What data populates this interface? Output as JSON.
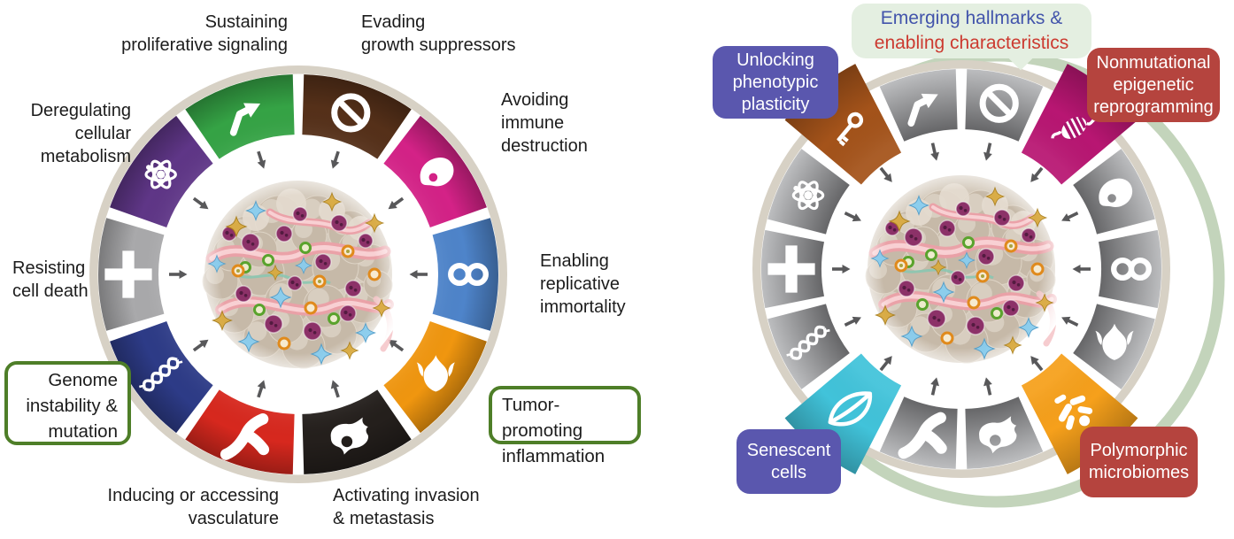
{
  "figure": {
    "background": "#ffffff"
  },
  "left_wheel": {
    "callout_border_color": "#4e7e28",
    "segments": [
      {
        "icon": "arrow",
        "name": "sustaining-proliferative-signaling",
        "color": "#35a345",
        "label": "Sustaining\nproliferative signaling"
      },
      {
        "icon": "no",
        "name": "evading-growth-suppressors",
        "color": "#553019",
        "label": "Evading\ngrowth suppressors"
      },
      {
        "icon": "embryo",
        "name": "avoiding-immune-destruction",
        "color": "#d42287",
        "label": "Avoiding\nimmune\ndestruction"
      },
      {
        "icon": "infinity",
        "name": "enabling-replicative-immortality",
        "color": "#4e84ca",
        "label": "Enabling\nreplicative\nimmortality"
      },
      {
        "icon": "flame",
        "name": "tumor-promoting-inflammation",
        "color": "#f0960f",
        "label": "Tumor-promoting\ninflammation",
        "boxed": true
      },
      {
        "icon": "metastasis",
        "name": "activating-invasion-metastasis",
        "color": "#241f1c",
        "label": "Activating invasion\n& metastasis"
      },
      {
        "icon": "vessel",
        "name": "inducing-accessing-vasculature",
        "color": "#d7281e",
        "label": "Inducing or accessing\nvasculature"
      },
      {
        "icon": "dna",
        "name": "genome-instability-mutation",
        "color": "#2d3b87",
        "label": "Genome\ninstability &\nmutation",
        "boxed": true
      },
      {
        "icon": "cross",
        "name": "resisting-cell-death",
        "color": "#a9a9ab",
        "label": "Resisting\ncell death"
      },
      {
        "icon": "atom",
        "name": "deregulating-cellular-metabolism",
        "color": "#5f3687",
        "label": "Deregulating\ncellular\nmetabolism"
      }
    ]
  },
  "right_wheel": {
    "header": {
      "line1": "Emerging hallmarks &",
      "line2": "enabling characteristics",
      "line1_color": "#4254ab",
      "line2_color": "#cc3a30",
      "background": "#e4efe1"
    },
    "ring_color": "#c3d4bb",
    "segments": [
      {
        "icon": "no",
        "type": "classic"
      },
      {
        "icon": "chromatin",
        "type": "new",
        "color": "#b81672"
      },
      {
        "icon": "embryo",
        "type": "classic"
      },
      {
        "icon": "infinity",
        "type": "classic"
      },
      {
        "icon": "flame",
        "type": "classic"
      },
      {
        "icon": "bacteria",
        "type": "new",
        "color": "#f6a01b"
      },
      {
        "icon": "metastasis",
        "type": "classic"
      },
      {
        "icon": "vessel",
        "type": "classic"
      },
      {
        "icon": "leaf",
        "type": "new",
        "color": "#41c3da"
      },
      {
        "icon": "dna",
        "type": "classic"
      },
      {
        "icon": "cross",
        "type": "classic"
      },
      {
        "icon": "atom",
        "type": "classic"
      },
      {
        "icon": "key",
        "type": "new",
        "color": "#a4531a"
      },
      {
        "icon": "arrow",
        "type": "classic"
      }
    ],
    "callouts": [
      {
        "name": "unlocking-phenotypic-plasticity",
        "label": "Unlocking\nphenotypic\nplasticity",
        "box_color": "#5a57ae"
      },
      {
        "name": "nonmutational-epigenetic-reprogramming",
        "label": "Nonmutational\nepigenetic\nreprogramming",
        "box_color": "#b5443e"
      },
      {
        "name": "senescent-cells",
        "label": "Senescent\ncells",
        "box_color": "#5a57ae"
      },
      {
        "name": "polymorphic-microbiomes",
        "label": "Polymorphic\nmicrobiomes",
        "box_color": "#b5443e"
      }
    ]
  }
}
